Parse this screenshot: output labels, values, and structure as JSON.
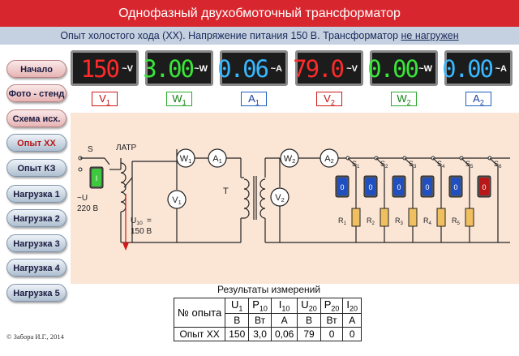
{
  "title": "Однофазный двухобмоточный трансформатор",
  "subtitle": {
    "part1": "Опыт холостого хода (ХХ).  Напряжение питания 150 В.  Трансформатор ",
    "part2": "не нагружен"
  },
  "nav": [
    {
      "label": "Начало",
      "style": "pink"
    },
    {
      "label": "Фото - стенд",
      "style": "pink"
    },
    {
      "label": "Схема исх.",
      "style": "pink"
    },
    {
      "label": "Опыт ХХ",
      "style": "active"
    },
    {
      "label": "Опыт КЗ",
      "style": "blue"
    },
    {
      "label": "Нагрузка 1",
      "style": "blue"
    },
    {
      "label": "Нагрузка 2",
      "style": "blue"
    },
    {
      "label": "Нагрузка 3",
      "style": "blue"
    },
    {
      "label": "Нагрузка 4",
      "style": "blue"
    },
    {
      "label": "Нагрузка 5",
      "style": "blue"
    }
  ],
  "meters": [
    {
      "value": "150",
      "unit": "~V",
      "color": "#ff2a2a",
      "label": "V",
      "sub": "1"
    },
    {
      "value": "3.00",
      "unit": "~W",
      "color": "#38e838",
      "label": "W",
      "sub": "1"
    },
    {
      "value": "0.06",
      "unit": "~A",
      "color": "#38b8ff",
      "label": "A",
      "sub": "1"
    },
    {
      "value": "79.0",
      "unit": "~V",
      "color": "#ff2a2a",
      "label": "V",
      "sub": "2"
    },
    {
      "value": "0.00",
      "unit": "~W",
      "color": "#38e838",
      "label": "W",
      "sub": "2"
    },
    {
      "value": "0.00",
      "unit": "~A",
      "color": "#38b8ff",
      "label": "A",
      "sub": "2"
    }
  ],
  "circuit": {
    "switch_label": "S",
    "latr_label": "ЛАТР",
    "supply_label_1": "~U",
    "supply_label_2": "220 В",
    "u10_label_1": "U",
    "u10_sub": "10",
    "u10_label_2": " =",
    "u10_value": "150 В",
    "transformer_label": "Т",
    "v1": "V",
    "v1_sub": "1",
    "w1": "W",
    "w1_sub": "1",
    "a1": "A",
    "a1_sub": "1",
    "v2": "V",
    "v2_sub": "2",
    "w2": "W",
    "w2_sub": "2",
    "a2": "A",
    "a2_sub": "2",
    "resistors": [
      {
        "label": "R",
        "sub": "1"
      },
      {
        "label": "R",
        "sub": "2"
      },
      {
        "label": "R",
        "sub": "3"
      },
      {
        "label": "R",
        "sub": "4"
      },
      {
        "label": "R",
        "sub": "5"
      }
    ],
    "switches": [
      {
        "label": "S",
        "sub": "1"
      },
      {
        "label": "S",
        "sub": "2"
      },
      {
        "label": "S",
        "sub": "3"
      },
      {
        "label": "S",
        "sub": "4"
      },
      {
        "label": "S",
        "sub": "5"
      },
      {
        "label": "S",
        "sub": "6"
      }
    ],
    "switch_glyph_on": "I",
    "switch_glyph_off": "0"
  },
  "results": {
    "title": "Результаты измерений",
    "headers": [
      {
        "t": "№ опыта",
        "s": ""
      },
      {
        "t": "U",
        "s": "1"
      },
      {
        "t": "P",
        "s": "10"
      },
      {
        "t": "I",
        "s": "10"
      },
      {
        "t": "U",
        "s": "20"
      },
      {
        "t": "P",
        "s": "20"
      },
      {
        "t": "I",
        "s": "20"
      }
    ],
    "units": [
      "",
      "В",
      "Вт",
      "А",
      "В",
      "Вт",
      "А"
    ],
    "row": [
      "Опыт ХХ",
      "150",
      "3,0",
      "0,06",
      "79",
      "0",
      "0"
    ]
  },
  "copyright": "© Забора И.Г., 2014",
  "colors": {
    "title_bg": "#d8262e",
    "subtitle_bg": "#c5d1e0",
    "panel_bg": "#fbe6d6",
    "voltmeter_red": "#ff2a2a",
    "wattmeter_green": "#38e838",
    "ammeter_blue": "#38b8ff"
  }
}
